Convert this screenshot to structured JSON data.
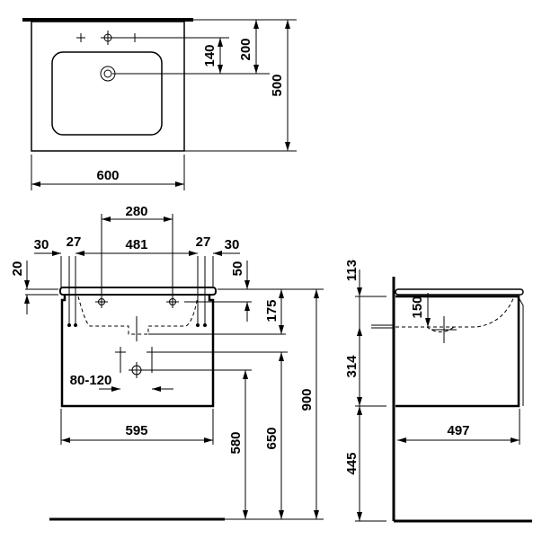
{
  "top_view": {
    "width": "600",
    "depth": "500",
    "tap_offset": "200",
    "drain_offset": "140"
  },
  "front_view": {
    "tap_spacing": "280",
    "inner_width": "481",
    "left_margin": "30",
    "left_hole": "27",
    "right_hole": "27",
    "right_margin": "30",
    "top_thickness": "20",
    "overflow": "50",
    "drain_depth": "175",
    "drain_spacing": "80-120",
    "cabinet_width": "595",
    "height_580": "580",
    "height_650": "650",
    "height_900": "900"
  },
  "side_view": {
    "top_height": "113",
    "drain_height": "150",
    "cabinet_height": "314",
    "floor_gap": "445",
    "depth": "497"
  },
  "colors": {
    "line": "#000000",
    "background": "#ffffff"
  }
}
